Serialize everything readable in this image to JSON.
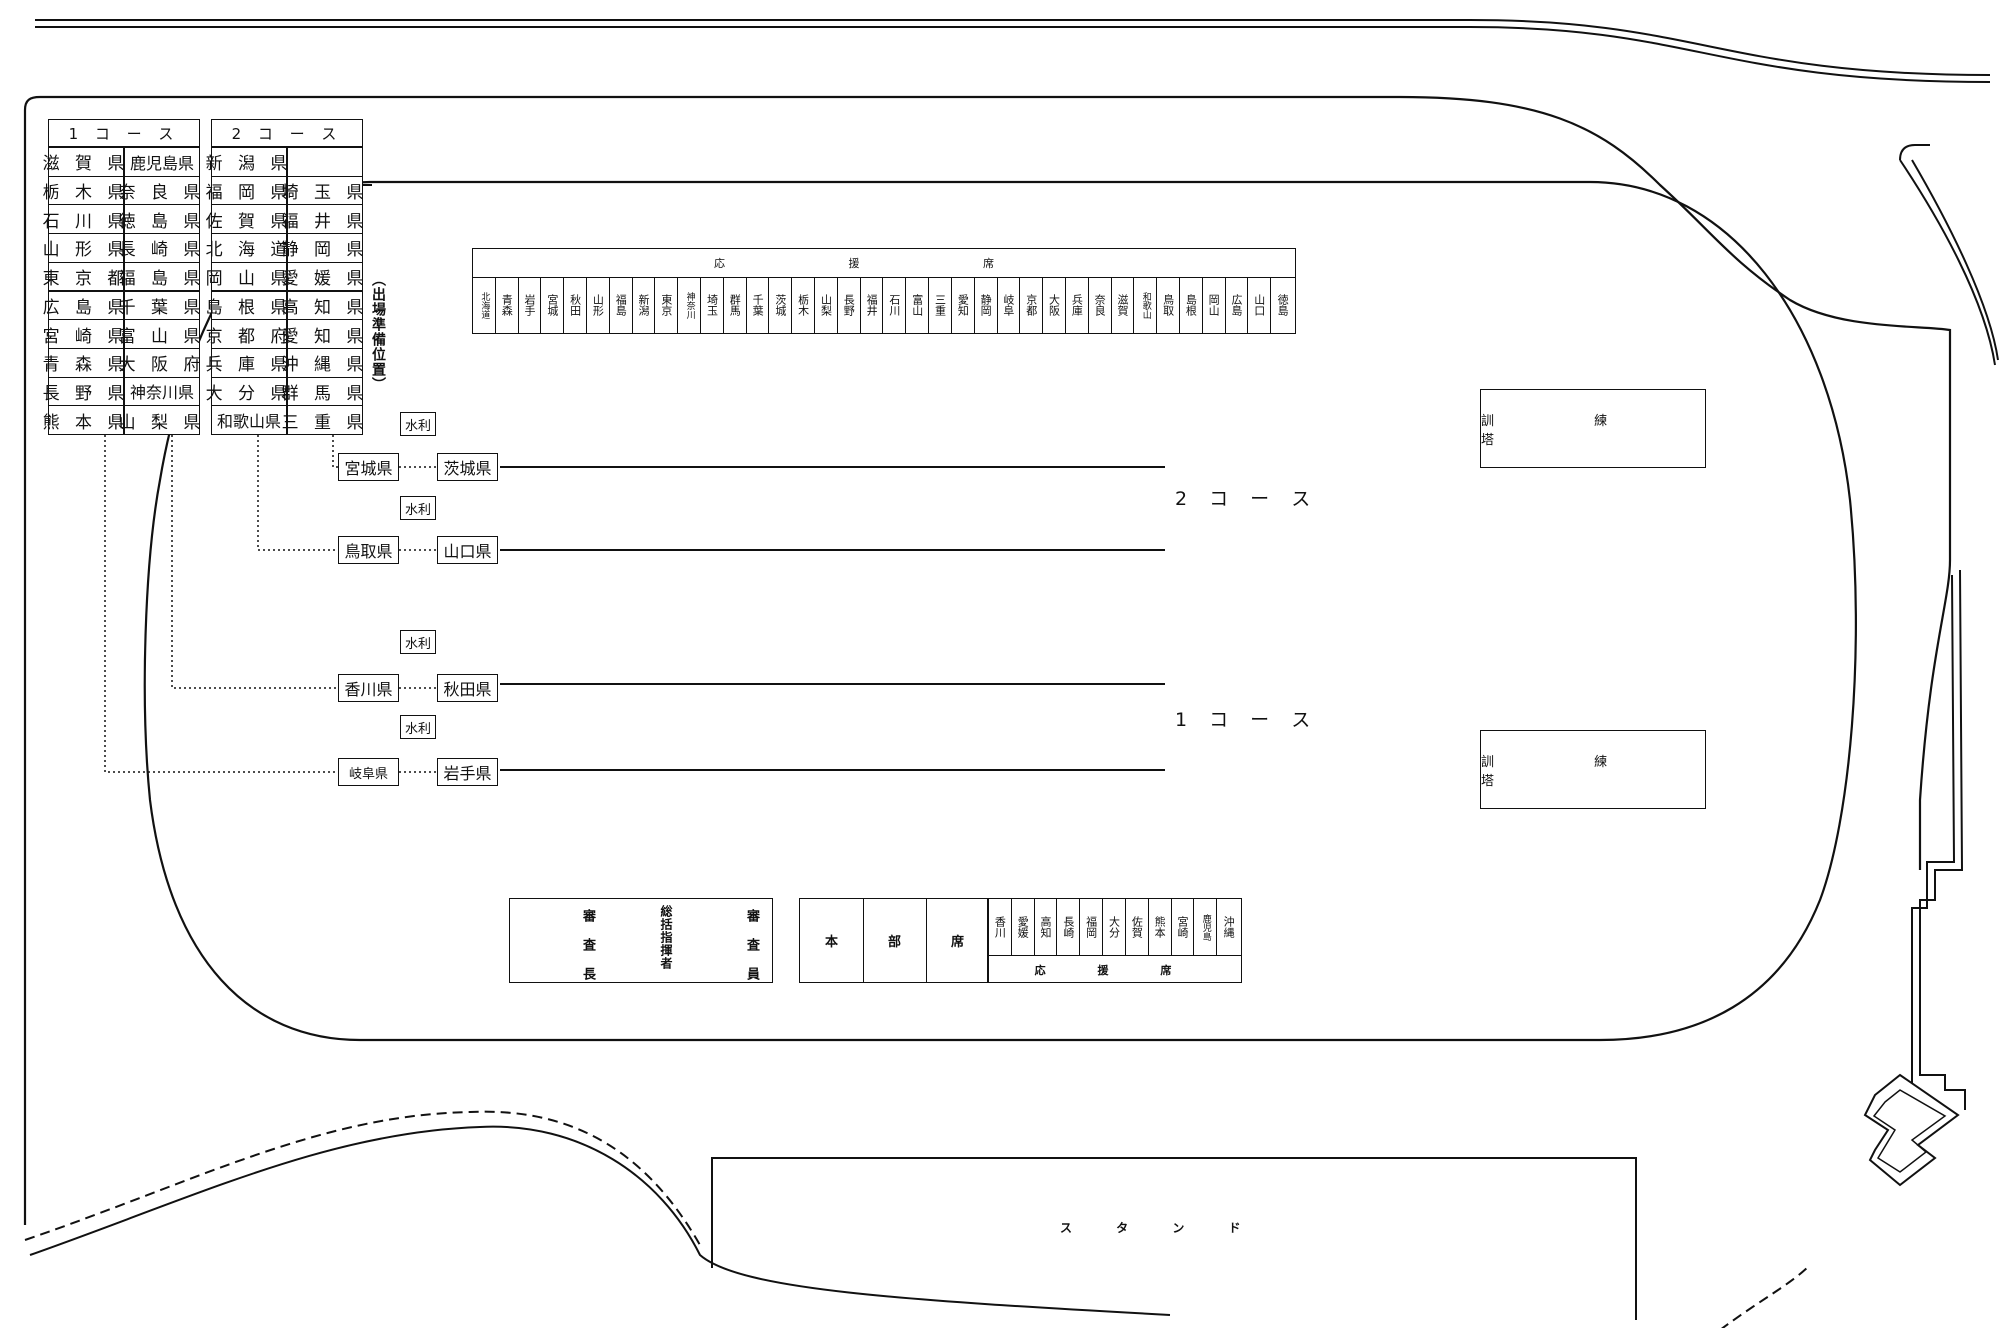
{
  "diagram": {
    "course1_header": "1 コ ー ス",
    "course2_header": "2 コ ー ス",
    "course1_table": [
      [
        "滋 賀 県",
        "鹿児島県"
      ],
      [
        "栃 木 県",
        "奈 良 県"
      ],
      [
        "石 川 県",
        "徳 島 県"
      ],
      [
        "山 形 県",
        "長 崎 県"
      ],
      [
        "東 京 都",
        "福 島 県"
      ],
      [
        "広 島 県",
        "千 葉 県"
      ],
      [
        "宮 崎 県",
        "富 山 県"
      ],
      [
        "青 森 県",
        "大 阪 府"
      ],
      [
        "長 野 県",
        "神奈川県"
      ],
      [
        "熊 本 県",
        "山 梨 県"
      ]
    ],
    "course2_table": [
      [
        "新 潟 県",
        ""
      ],
      [
        "福 岡 県",
        "埼 玉 県"
      ],
      [
        "佐 賀 県",
        "福 井 県"
      ],
      [
        "北 海 道",
        "静 岡 県"
      ],
      [
        "岡 山 県",
        "愛 媛 県"
      ],
      [
        "島 根 県",
        "高 知 県"
      ],
      [
        "京 都 府",
        "愛 知 県"
      ],
      [
        "兵 庫 県",
        "沖 縄 県"
      ],
      [
        "大 分 県",
        "群 馬 県"
      ],
      [
        "和歌山県",
        "三 重 県"
      ]
    ],
    "standby_label": "（出場準備位置）",
    "suiri": "水利",
    "lane_tags": {
      "miyagi": "宮城県",
      "ibaraki": "茨城県",
      "tottori": "鳥取県",
      "yamaguchi": "山口県",
      "kagawa": "香川県",
      "akita": "秋田県",
      "gifu": "岐阜県",
      "iwate": "岩手県"
    },
    "course2_label": "2 コ ー ス",
    "course1_label": "1 コ ー ス",
    "cheer_title": "応 援 席",
    "cheer_top": [
      "北海道",
      "青森",
      "岩手",
      "宮城",
      "秋田",
      "山形",
      "福島",
      "新潟",
      "東京",
      "神奈川",
      "埼玉",
      "群馬",
      "千葉",
      "茨城",
      "栃木",
      "山梨",
      "長野",
      "福井",
      "石川",
      "富山",
      "三重",
      "愛知",
      "静岡",
      "岐阜",
      "京都",
      "大阪",
      "兵庫",
      "奈良",
      "滋賀",
      "和歌山",
      "鳥取",
      "島根",
      "岡山",
      "広島",
      "山口",
      "徳島"
    ],
    "training_tower_top": "訓 練 塔",
    "training_tower_bottom": "訓 練 塔",
    "judges": {
      "left": "審査長",
      "middle": "総括指揮者",
      "right": "審査員"
    },
    "hq": [
      "本",
      "部",
      "席"
    ],
    "cheer_bottom": [
      "香川",
      "愛媛",
      "高知",
      "長崎",
      "福岡",
      "大分",
      "佐賀",
      "熊本",
      "宮崎",
      "鹿児島",
      "沖縄"
    ],
    "cheer_bottom_title": "応 援 席",
    "stand": "ス タ ン ド"
  }
}
